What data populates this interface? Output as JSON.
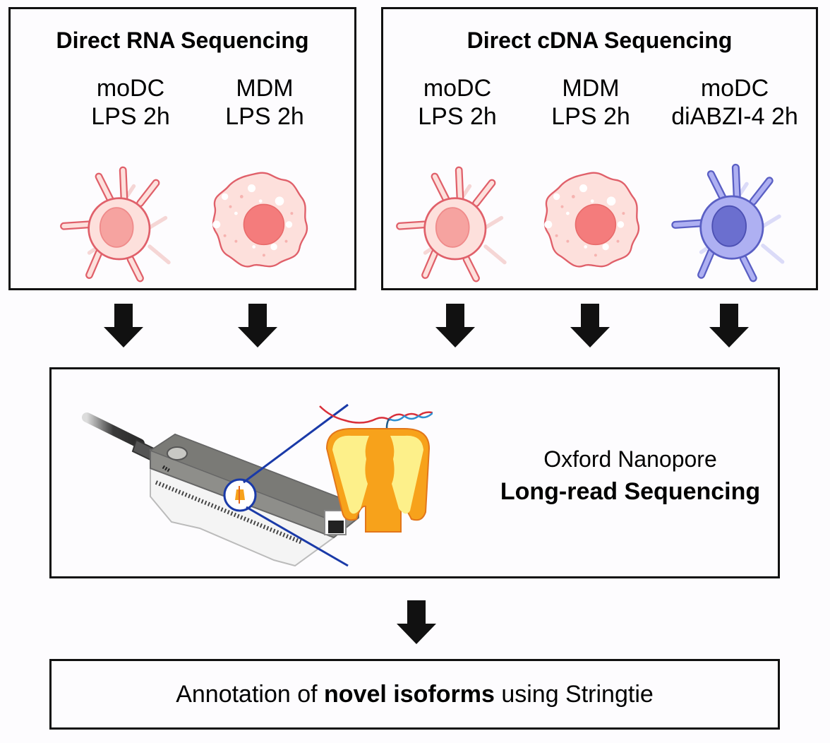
{
  "panels": {
    "rna": {
      "title": "Direct RNA Sequencing",
      "conditions": [
        {
          "cell_type": "moDC",
          "treatment": "LPS 2h",
          "cell_shape": "dendritic-cell",
          "color": "#f6a3a0"
        },
        {
          "cell_type": "MDM",
          "treatment": "LPS 2h",
          "cell_shape": "macrophage",
          "color": "#f47c7c"
        }
      ]
    },
    "cdna": {
      "title": "Direct cDNA Sequencing",
      "conditions": [
        {
          "cell_type": "moDC",
          "treatment": "LPS 2h",
          "cell_shape": "dendritic-cell",
          "color": "#f6a3a0"
        },
        {
          "cell_type": "MDM",
          "treatment": "LPS 2h",
          "cell_shape": "macrophage",
          "color": "#f47c7c"
        },
        {
          "cell_type": "moDC",
          "treatment": "diABZI-4 2h",
          "cell_shape": "dendritic-cell",
          "color": "#6b6fcf"
        }
      ]
    }
  },
  "sequencing": {
    "line1": "Oxford Nanopore",
    "line2": "Long-read Sequencing",
    "device_icon": "minion-sequencer-icon",
    "pore_icon": "nanopore-icon"
  },
  "annotation": {
    "prefix": "Annotation of ",
    "bold": "novel isoforms",
    "suffix": " using Stringtie"
  },
  "colors": {
    "border": "#111111",
    "zoom_line": "#1a3aa8",
    "dc_red_body": "#fde0dc",
    "dc_red_outline": "#e0606a",
    "dc_blue_body": "#aeb0f2",
    "dc_blue_outline": "#5a5fc4",
    "dc_blue_nucleus": "#6b6fcf",
    "pore_outer": "#f7a21b",
    "pore_inner": "#fdf08a"
  }
}
